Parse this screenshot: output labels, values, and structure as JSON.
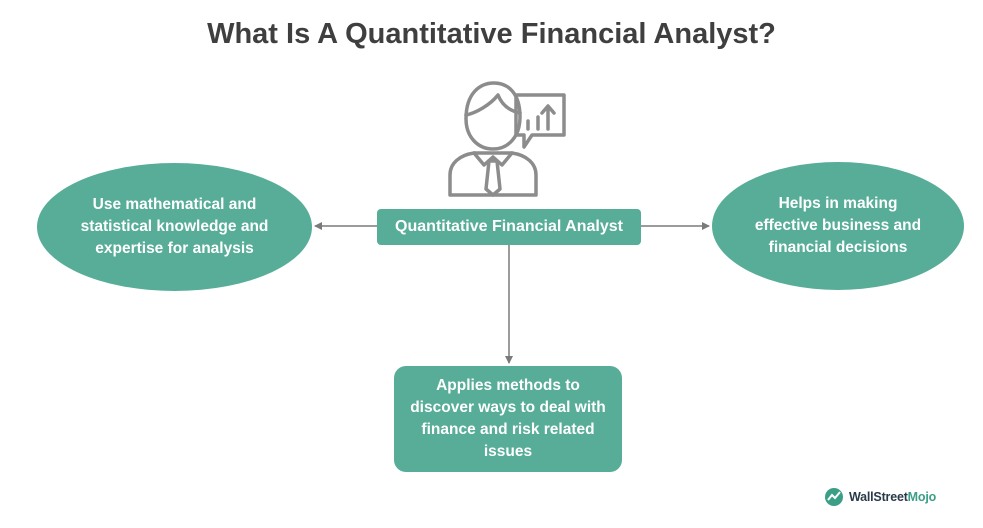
{
  "title": "What Is A Quantitative Financial Analyst?",
  "center": {
    "label": "Quantitative Financial Analyst",
    "icon": "analyst-icon"
  },
  "branches": {
    "left": "Use mathematical and statistical knowledge and expertise for analysis",
    "right": "Helps in making effective business and financial decisions",
    "bottom": "Applies methods to discover ways to deal with finance and risk related issues"
  },
  "brand": {
    "name_part1": "WallStreet",
    "name_part2": "Mojo"
  },
  "colors": {
    "accent": "#57ad98",
    "title": "#3f3f3f",
    "connector": "#7a7a7a",
    "icon": "#8c8c8c"
  }
}
